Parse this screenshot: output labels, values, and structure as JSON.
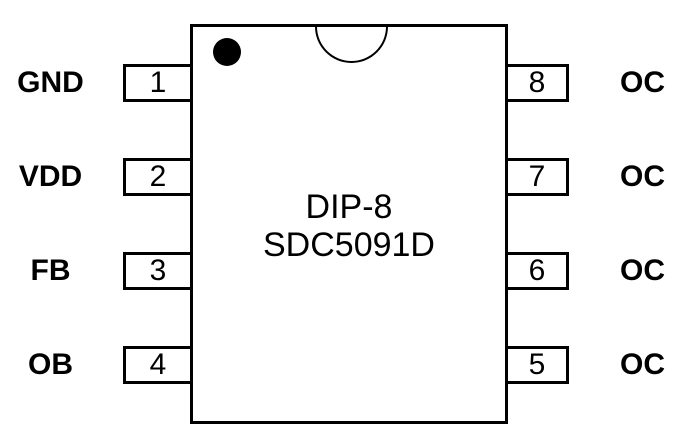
{
  "chip": {
    "package": "DIP-8",
    "part_number": "SDC5091D"
  },
  "pins": {
    "left": [
      {
        "number": "1",
        "label": "GND"
      },
      {
        "number": "2",
        "label": "VDD"
      },
      {
        "number": "3",
        "label": "FB"
      },
      {
        "number": "4",
        "label": "OB"
      }
    ],
    "right": [
      {
        "number": "8",
        "label": "OC"
      },
      {
        "number": "7",
        "label": "OC"
      },
      {
        "number": "6",
        "label": "OC"
      },
      {
        "number": "5",
        "label": "OC"
      }
    ]
  },
  "colors": {
    "line": "#000000",
    "background": "#ffffff",
    "text": "#000000"
  }
}
